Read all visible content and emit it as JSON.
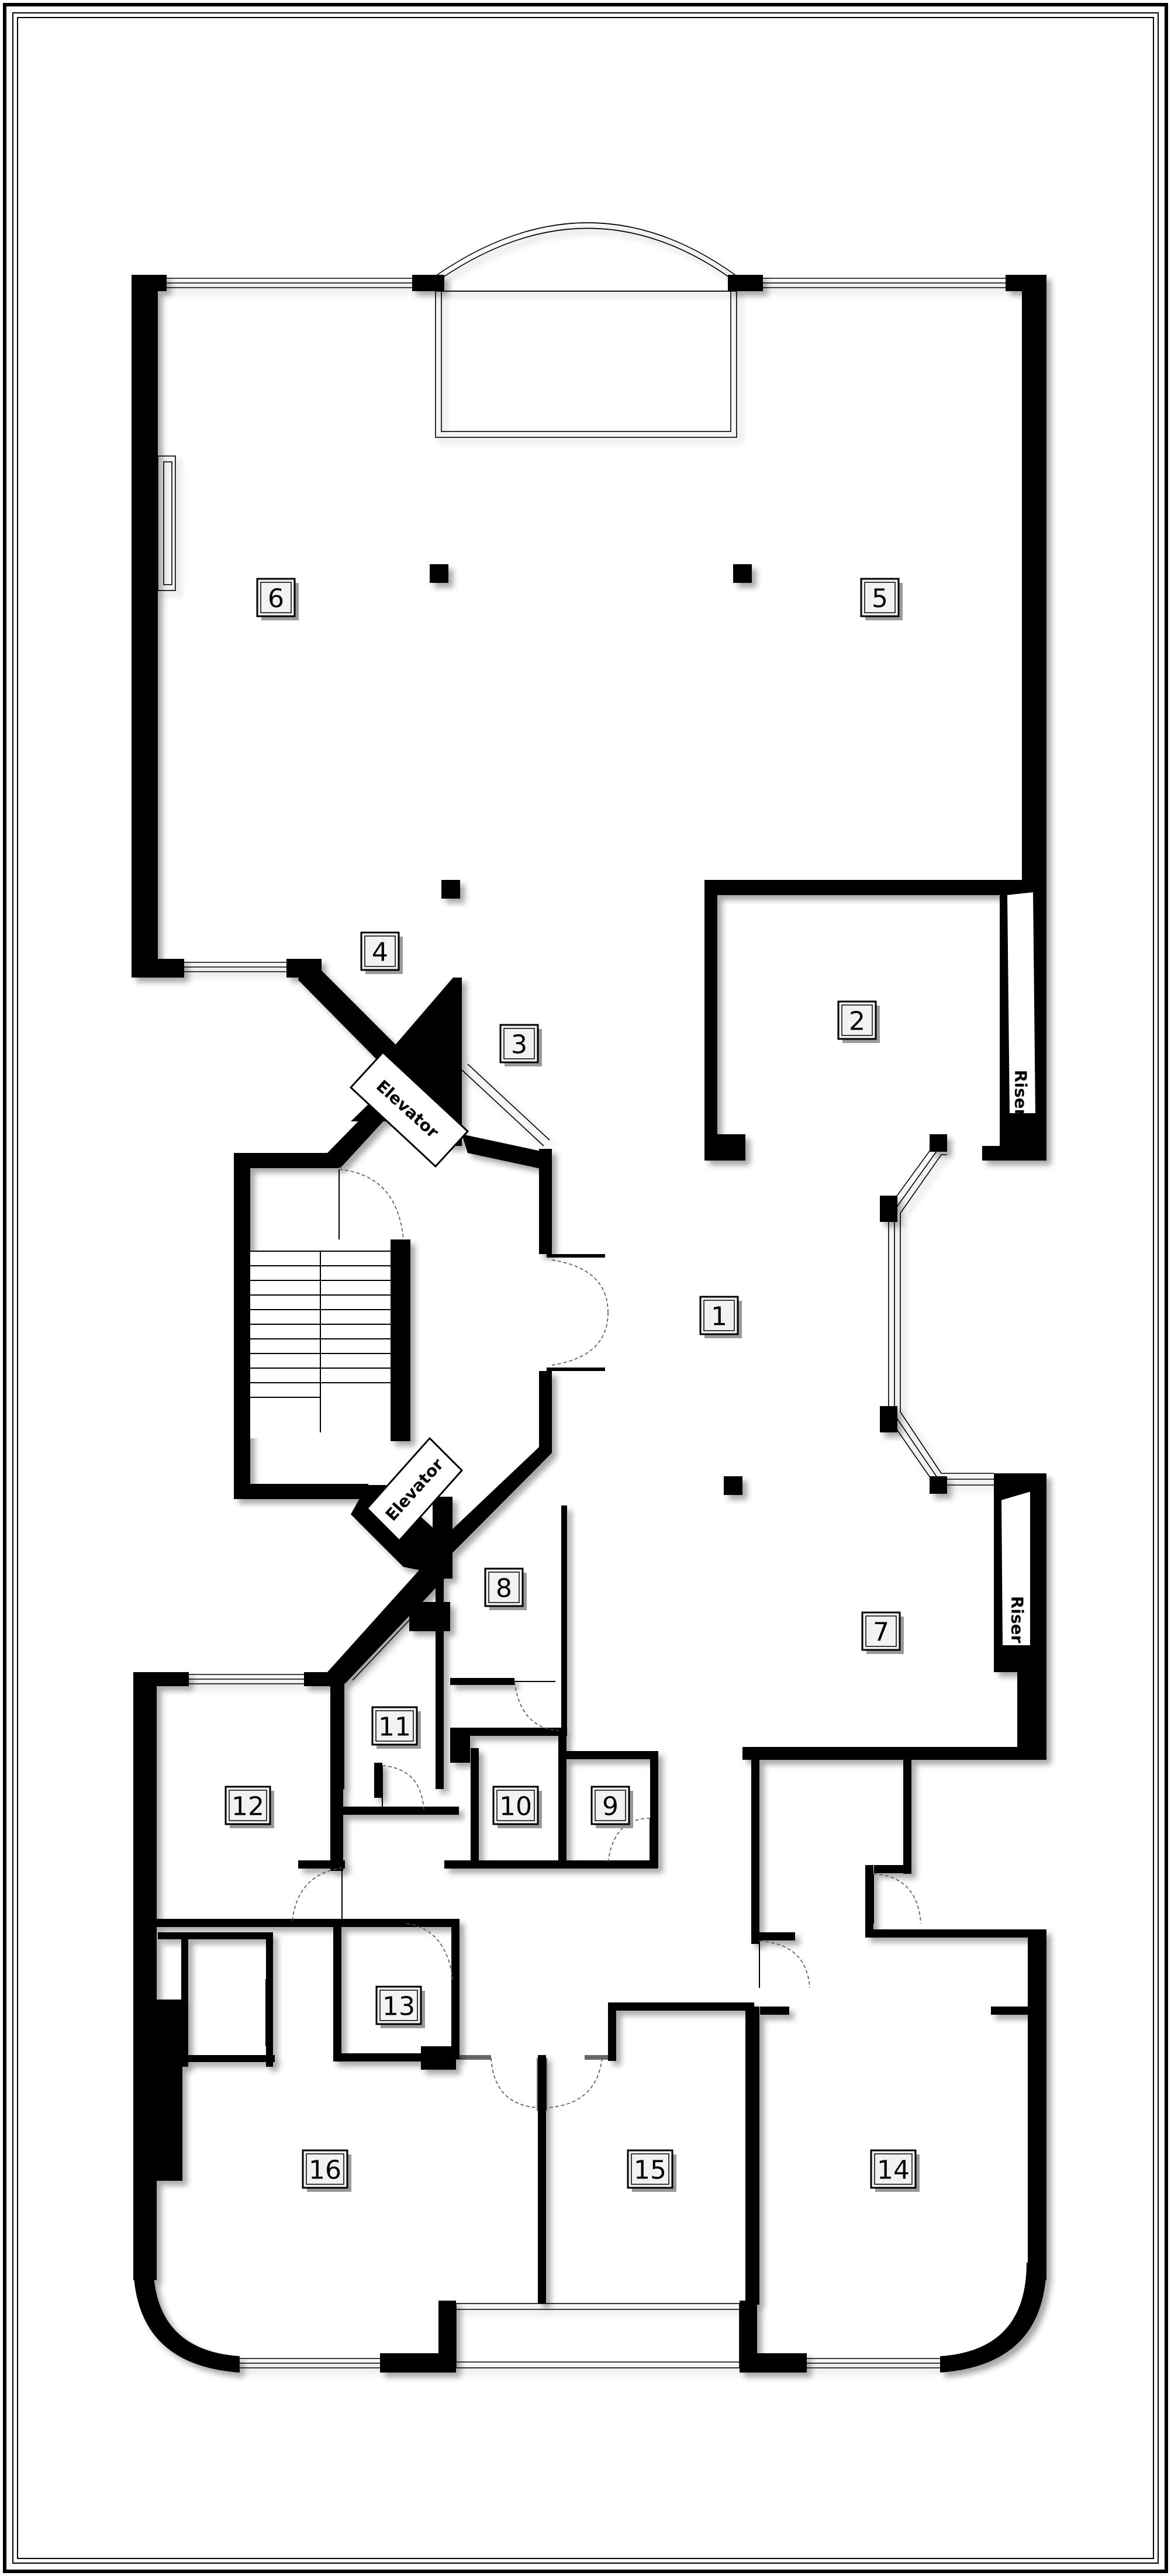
{
  "floor_plan": {
    "rooms": [
      {
        "id": "room-1",
        "label": "1"
      },
      {
        "id": "room-2",
        "label": "2"
      },
      {
        "id": "room-3",
        "label": "3"
      },
      {
        "id": "room-4",
        "label": "4"
      },
      {
        "id": "room-5",
        "label": "5"
      },
      {
        "id": "room-6",
        "label": "6"
      },
      {
        "id": "room-7",
        "label": "7"
      },
      {
        "id": "room-8",
        "label": "8"
      },
      {
        "id": "room-9",
        "label": "9"
      },
      {
        "id": "room-10",
        "label": "10"
      },
      {
        "id": "room-11",
        "label": "11"
      },
      {
        "id": "room-12",
        "label": "12"
      },
      {
        "id": "room-13",
        "label": "13"
      },
      {
        "id": "room-14",
        "label": "14"
      },
      {
        "id": "room-15",
        "label": "15"
      },
      {
        "id": "room-16",
        "label": "16"
      }
    ],
    "labels": {
      "elevator_upper": "Elevator",
      "elevator_lower": "Elevator",
      "riser_upper": "Riser",
      "riser_lower": "Riser"
    },
    "colors": {
      "wall": "#000000",
      "background": "#ffffff",
      "label_fill": "#f2f2f2"
    }
  }
}
